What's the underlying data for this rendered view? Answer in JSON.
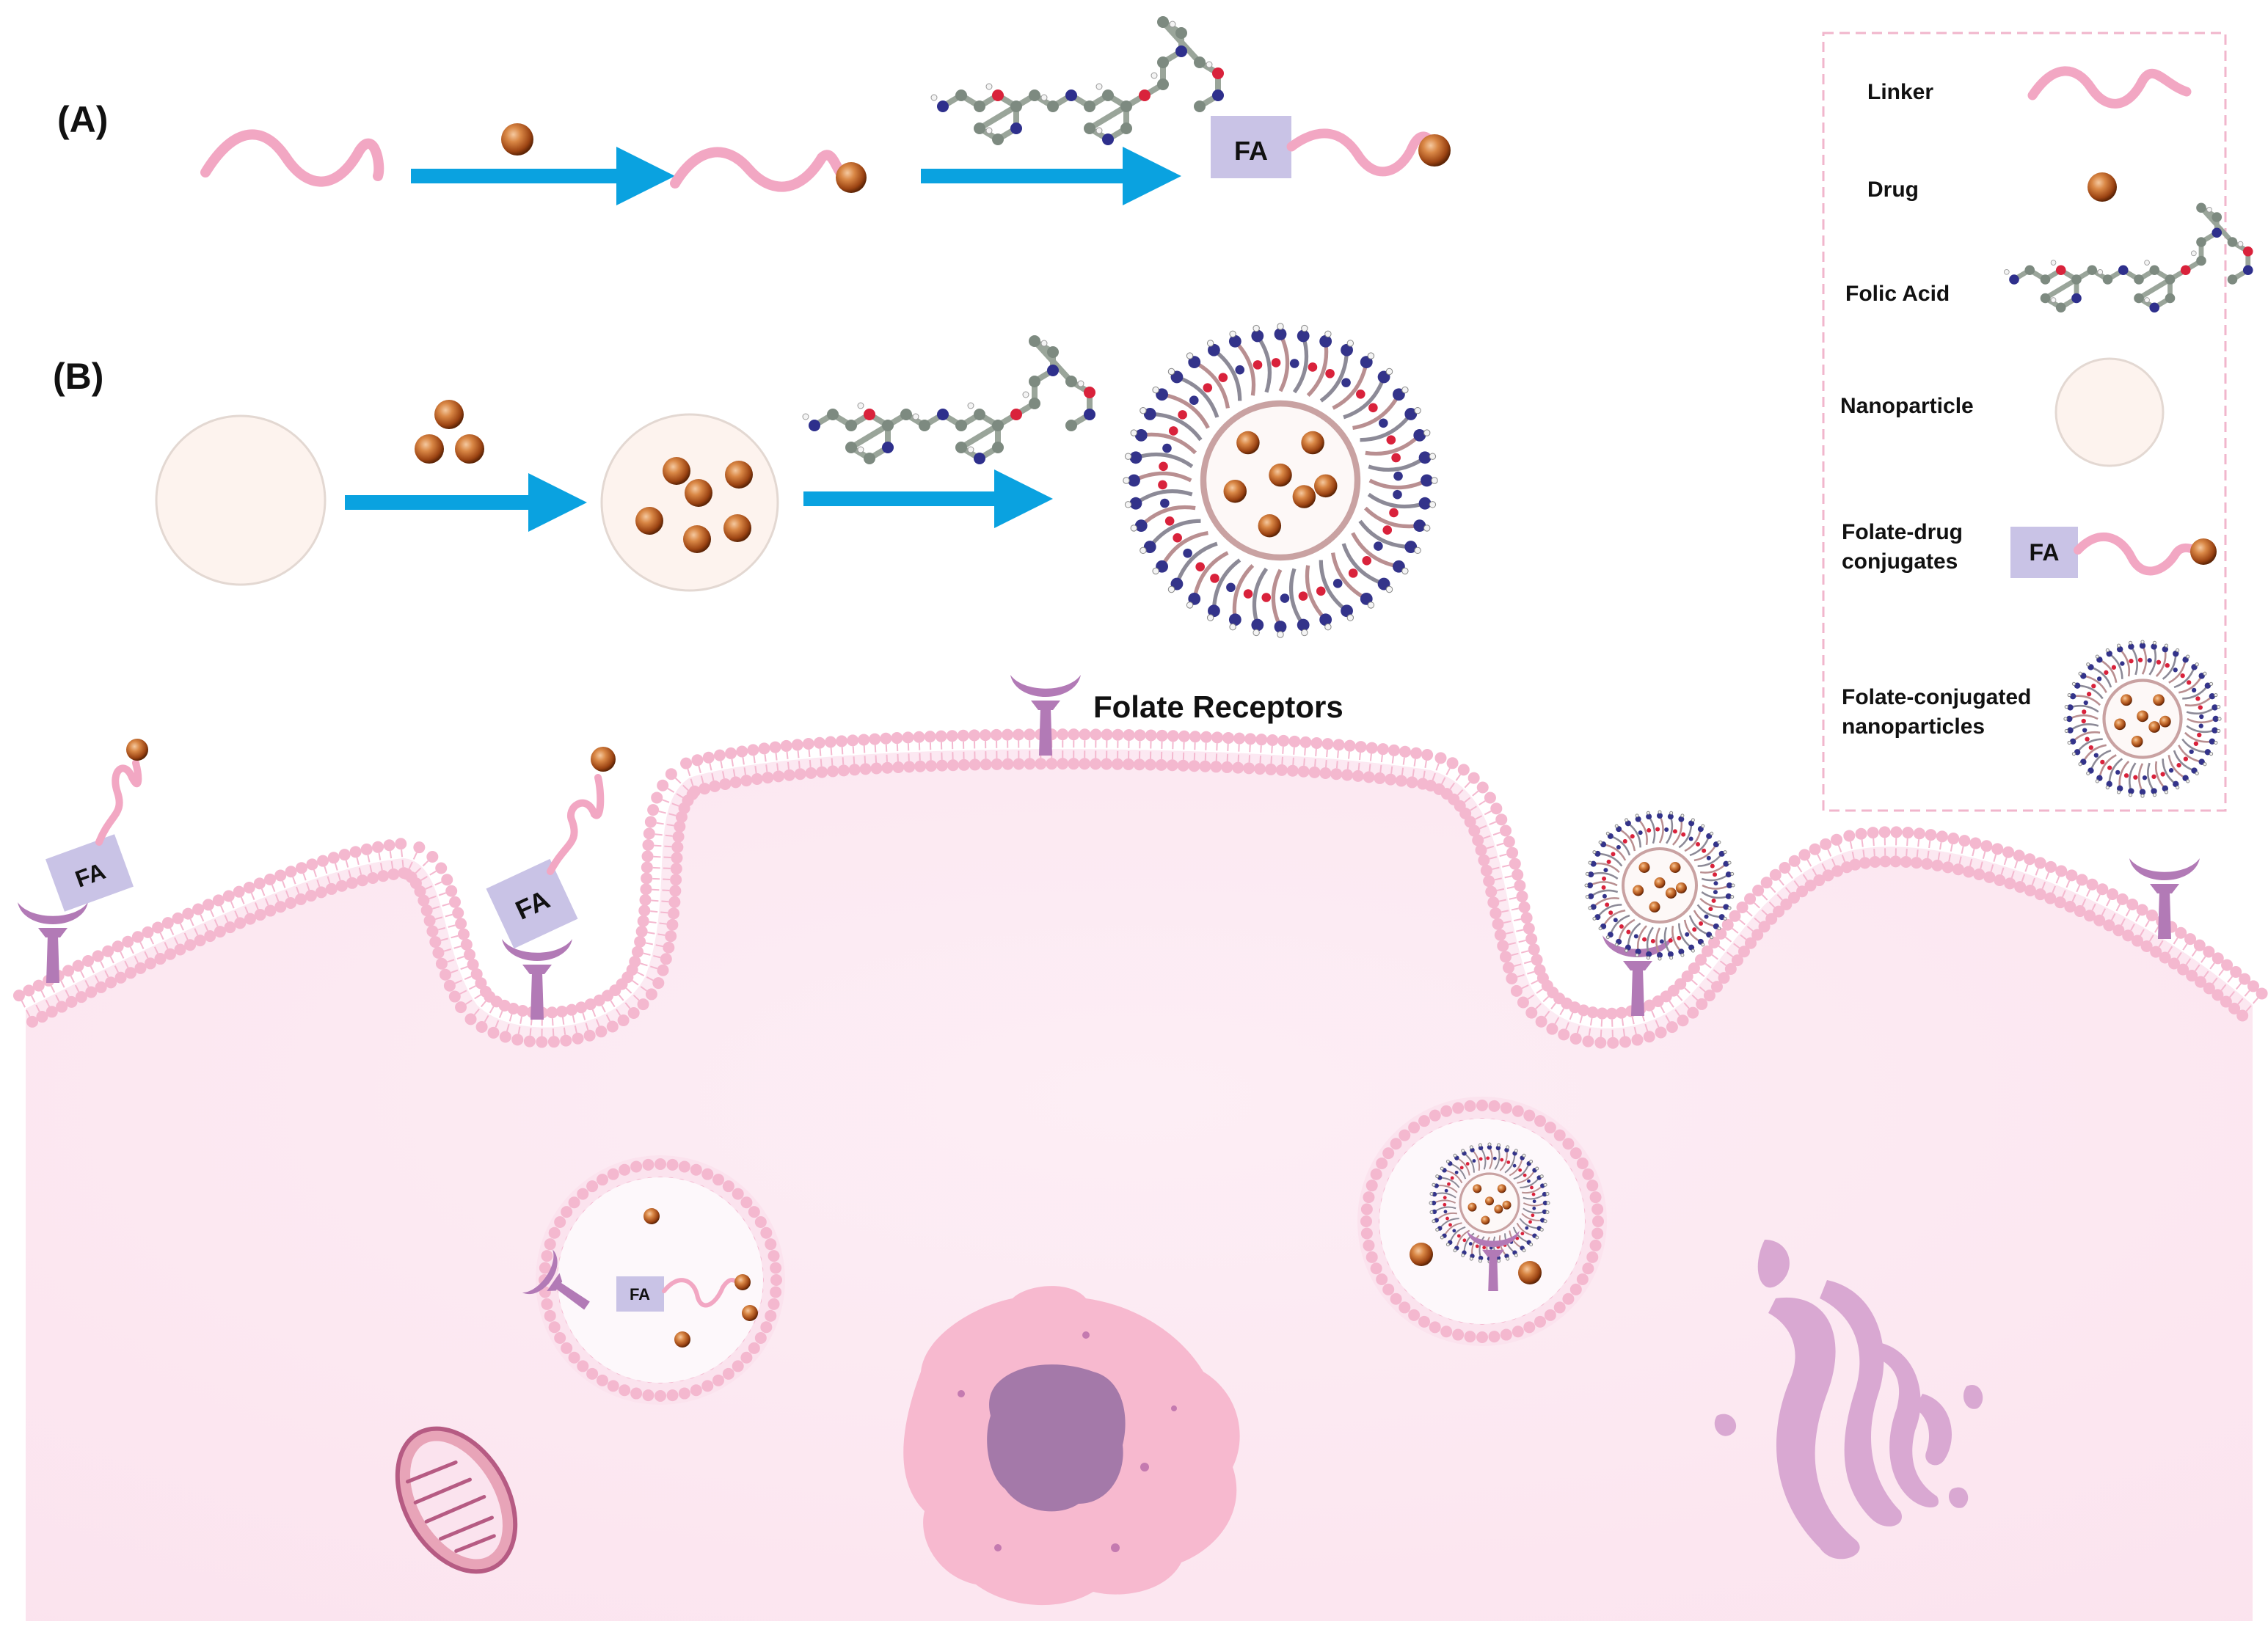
{
  "panels": {
    "a_label": "(A)",
    "b_label": "(B)",
    "fa_text": "FA"
  },
  "cell": {
    "receptor_label": "Folate Receptors"
  },
  "legend": {
    "items": [
      {
        "key": "linker",
        "label": "Linker"
      },
      {
        "key": "drug",
        "label": "Drug"
      },
      {
        "key": "folic_acid",
        "label": "Folic Acid"
      },
      {
        "key": "nanoparticle",
        "label": "Nanoparticle"
      },
      {
        "key": "folate_drug",
        "label": "Folate-drug conjugates",
        "lines": [
          "Folate-drug",
          "conjugates"
        ]
      },
      {
        "key": "folate_np",
        "label": "Folate-conjugated nanoparticles",
        "lines": [
          "Folate-conjugated",
          "nanoparticles"
        ]
      }
    ]
  },
  "colors": {
    "linker": "#f2a7c3",
    "drug": "#b5561c",
    "arrow": "#0aa2e0",
    "fa_box": "#c9c3e6",
    "nanoparticle": "#fdf3ee",
    "cell": "#fbe5ef",
    "membrane": "#f4b8cf",
    "receptor": "#b27ab6",
    "nucleus": "#f7b9cf",
    "nucleolus": "#a479a9",
    "golgi": "#d9a8d2",
    "mito": "#e8a4b8"
  },
  "icons": [
    "linker-icon",
    "drug-icon",
    "folic-acid-icon",
    "nanoparticle-icon",
    "folate-receptor-icon",
    "mitochondrion-icon",
    "nucleus-icon",
    "golgi-icon",
    "arrow-right-icon"
  ]
}
